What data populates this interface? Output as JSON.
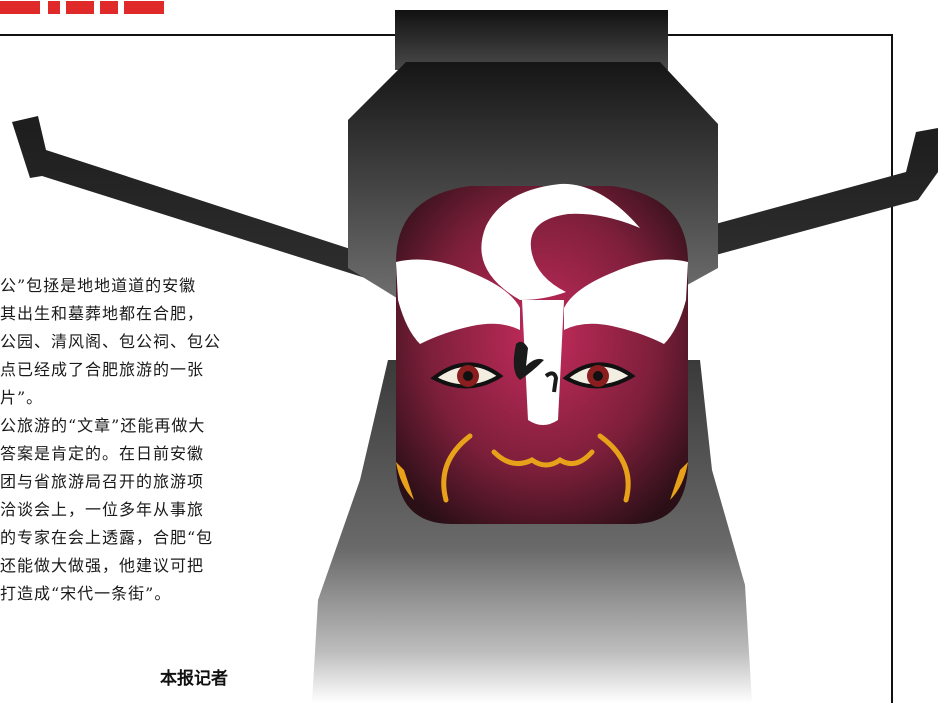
{
  "article": {
    "lines": [
      "公”包拯是地地道道的安徽",
      "其出生和墓葬地都在合肥，",
      "公园、清风阁、包公祠、包公",
      "点已经成了合肥旅游的一张",
      "片”。",
      "公旅游的“文章”还能再做大",
      "答案是肯定的。在日前安徽",
      "团与省旅游局召开的旅游项",
      "洽谈会上，一位多年从事旅",
      "的专家在会上透露，合肥“包",
      "还能做大做强，他建议可把",
      "打造成“宋代一条街”。"
    ],
    "byline": "本报记者"
  },
  "colors": {
    "banner_red": "#e02a2a",
    "face_red": "#b3274f",
    "hat_black": "#1c1c1c",
    "gold": "#e8a21a"
  }
}
